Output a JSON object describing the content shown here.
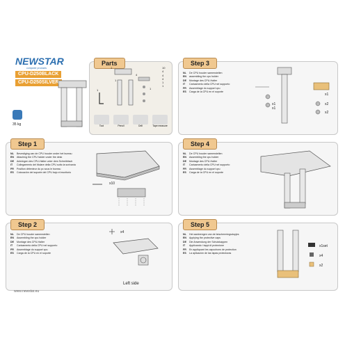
{
  "brand": {
    "name_main": "NEWSTAR",
    "tagline": "computer products"
  },
  "product_codes": [
    "CPU-D250BLACK",
    "CPU-D250SILVER"
  ],
  "weight_label": "35 kg",
  "parts": {
    "title": "Parts",
    "numbers": [
      "1",
      "1",
      "4",
      "1",
      "1",
      "10",
      "4",
      "4",
      "4",
      "1",
      "1"
    ],
    "tools": [
      "Tool",
      "Pencil",
      "Drill",
      "Tape measure"
    ]
  },
  "steps": [
    {
      "title": "Step 1",
      "lines": [
        {
          "code": "NL",
          "text": "Bevestiging van de CPU houder onder het bureau"
        },
        {
          "code": "EN",
          "text": "Attaching the CPU holder under the desk"
        },
        {
          "code": "DE",
          "text": "Anbringen des CPU-Halter unter dem Schreibtisch"
        },
        {
          "code": "IT",
          "text": "Collegamento del titolare della CPU sotto la scrivania"
        },
        {
          "code": "FR",
          "text": "Position détenteur du pc sous le bureau"
        },
        {
          "code": "ES",
          "text": "Colocación del soporte del CPU bajo el escritorio"
        }
      ],
      "note": "x10"
    },
    {
      "title": "Step 2",
      "lines": [
        {
          "code": "NL",
          "text": "De CPU houder samenstellen"
        },
        {
          "code": "EN",
          "text": "Assembling the cpu holder"
        },
        {
          "code": "DE",
          "text": "Montage des CPU-Halter"
        },
        {
          "code": "IT",
          "text": "Caricamento della CPU nel supporto"
        },
        {
          "code": "FR",
          "text": "Assemblage du support cpu"
        },
        {
          "code": "ES",
          "text": "Carga de la CPU en el soporte"
        }
      ],
      "note": "x4",
      "caption": "Left side"
    },
    {
      "title": "Step 3",
      "lines": [
        {
          "code": "NL",
          "text": "De CPU houder samenstellen"
        },
        {
          "code": "EN",
          "text": "assembling the cpu holder"
        },
        {
          "code": "DE",
          "text": "Montage des CPU-Halter"
        },
        {
          "code": "IT",
          "text": "Caricamento della CPU nel supporto"
        },
        {
          "code": "FR",
          "text": "Assemblage du support cpu"
        },
        {
          "code": "ES",
          "text": "Carga de la CPU en el soporte"
        }
      ],
      "marks": [
        "x1",
        "x1",
        "x1",
        "x2",
        "x2"
      ]
    },
    {
      "title": "Step 4",
      "lines": [
        {
          "code": "NL",
          "text": "De CPU houder samenstellen"
        },
        {
          "code": "EN",
          "text": "Assembling the cpu holder"
        },
        {
          "code": "DE",
          "text": "Montage des CPU-Halter"
        },
        {
          "code": "IT",
          "text": "Caricamento della CPU nel supporto"
        },
        {
          "code": "FR",
          "text": "Assemblage du support cpu"
        },
        {
          "code": "ES",
          "text": "Carga de la CPU en el soporte"
        }
      ]
    },
    {
      "title": "Step 5",
      "lines": [
        {
          "code": "NL",
          "text": "Het aanbrengen van de beschermingsdopjes"
        },
        {
          "code": "EN",
          "text": "Applying the protective caps"
        },
        {
          "code": "DE",
          "text": "Die Anwendung der Schutzkappen"
        },
        {
          "code": "IT",
          "text": "Applicando i tappi di protezione"
        },
        {
          "code": "FR",
          "text": "En appliquant les capuchons de protection"
        },
        {
          "code": "ES",
          "text": "La aplicación de las tapas protectoras"
        }
      ],
      "marks": [
        "x1set",
        "x4",
        "x2"
      ]
    }
  ],
  "footer": "www.newstar.eu"
}
